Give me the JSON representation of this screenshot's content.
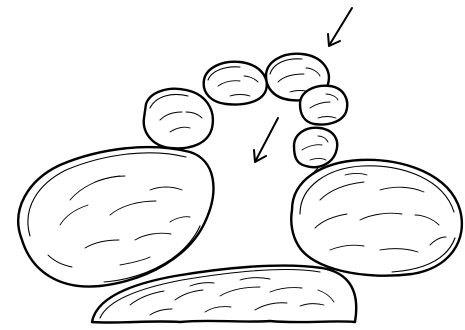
{
  "figure": {
    "subject": "balanced-stone-arch",
    "style": "black-ink-sketch",
    "colors": {
      "ink": "#000000",
      "paper": "#ffffff"
    },
    "elements": [
      "base-slab",
      "left-boulder",
      "right-boulder",
      "arch-stone-1",
      "arch-stone-2",
      "keystone",
      "arch-stone-4",
      "arch-stone-5",
      "arrow-outer",
      "arrow-inner"
    ]
  }
}
